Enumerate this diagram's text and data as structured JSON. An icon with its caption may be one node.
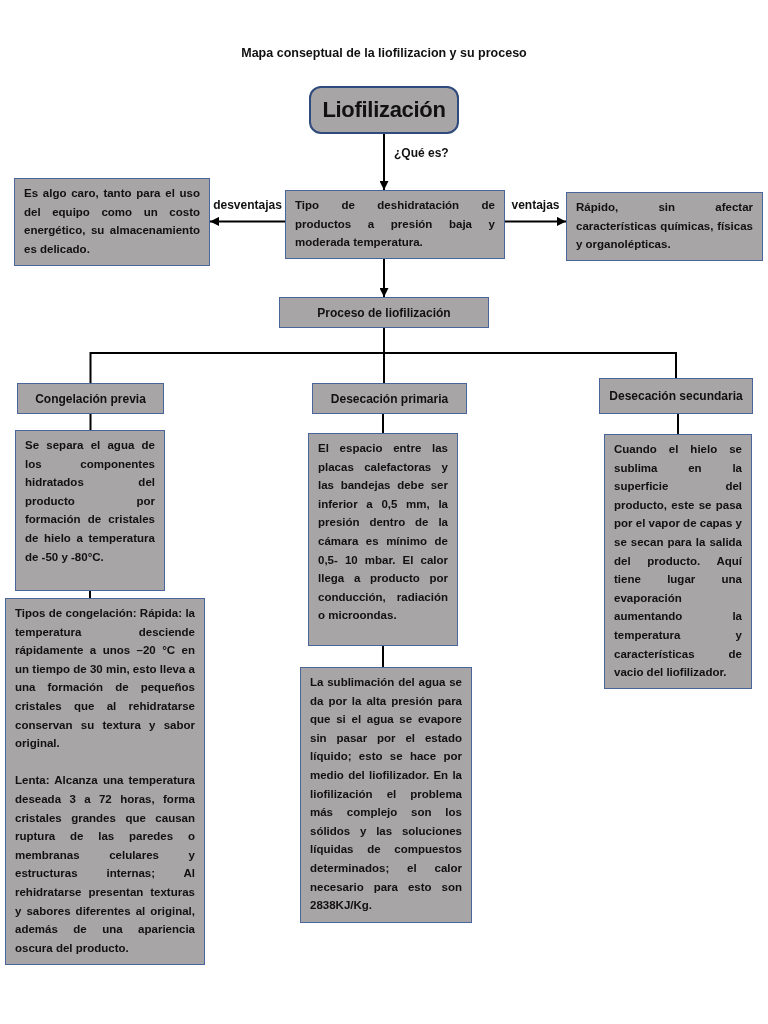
{
  "diagram": {
    "title": "Mapa conseptual de la liofilizacion y su proceso",
    "nodes": [
      {
        "text": [
          "Liofilización"
        ]
      },
      {
        "text": [
          "Es algo caro, tanto para el uso del equipo como un costo energético, su almacenamiento es delicado."
        ]
      },
      {
        "text": [
          "Tipo de deshidratación de productos a presión baja y moderada temperatura."
        ]
      },
      {
        "text": [
          "Rápido, sin afectar características químicas, físicas y organolépticas."
        ]
      },
      {
        "text": [
          "Proceso de liofilización"
        ]
      },
      {
        "text": [
          "Congelación previa"
        ]
      },
      {
        "text": [
          "Desecación primaria"
        ]
      },
      {
        "text": [
          "Desecación secundaria"
        ]
      },
      {
        "text": [
          "Se separa el agua de los componentes hidratados del producto por formación de cristales de hielo a temperatura de -50 y -80°C."
        ]
      },
      {
        "text": [
          "El espacio entre las placas calefactoras y las bandejas debe ser inferior a 0,5 mm, la presión dentro de la cámara es mínimo de 0,5- 10 mbar. El calor llega a producto por conducción, radiación o microondas."
        ]
      },
      {
        "text": [
          "Cuando el hielo se sublima en la superficie del producto, este se pasa por el vapor de capas y se secan para la salida del producto. Aquí tiene lugar una evaporación aumentando la temperatura y características de vacio del liofilizador."
        ]
      },
      {
        "text": [
          "Tipos de congelación: Rápida: la temperatura desciende rápidamente a unos –20 °C en un tiempo de 30 min, esto lleva a una formación de pequeños cristales que al rehidratarse conservan su textura y sabor original.",
          "Lenta: Alcanza una temperatura deseada 3 a 72 horas, forma cristales grandes que causan ruptura de las paredes o membranas celulares y estructuras internas; Al rehidratarse presentan texturas y sabores diferentes al original, además de una apariencia oscura del producto."
        ]
      },
      {
        "text": [
          "La sublimación del agua se da por la alta presión para que si el agua se evapore sin pasar por el estado líquido; esto se hace por medio del liofilizador. En la liofilización el problema más complejo son los sólidos y las soluciones líquidas de compuestos determinados; el calor necesario para esto son 2838KJ/Kg."
        ]
      }
    ],
    "edges": [
      {
        "from": 0,
        "to": 2,
        "arrow": "to",
        "label": "¿Qué es?"
      },
      {
        "from": 2,
        "to": 1,
        "arrow": "to",
        "label": "desventajas"
      },
      {
        "from": 2,
        "to": 3,
        "arrow": "to",
        "label": "ventajas"
      },
      {
        "from": 2,
        "to": 4,
        "arrow": "to"
      },
      {
        "from": 4,
        "to": 5,
        "arrow": "none"
      },
      {
        "from": 4,
        "to": 6,
        "arrow": "none"
      },
      {
        "from": 4,
        "to": 7,
        "arrow": "none"
      },
      {
        "from": 5,
        "to": 8,
        "arrow": "none"
      },
      {
        "from": 8,
        "to": 11,
        "arrow": "none"
      },
      {
        "from": 6,
        "to": 9,
        "arrow": "none"
      },
      {
        "from": 9,
        "to": 12,
        "arrow": "none"
      },
      {
        "from": 7,
        "to": 10,
        "arrow": "none"
      }
    ]
  }
}
